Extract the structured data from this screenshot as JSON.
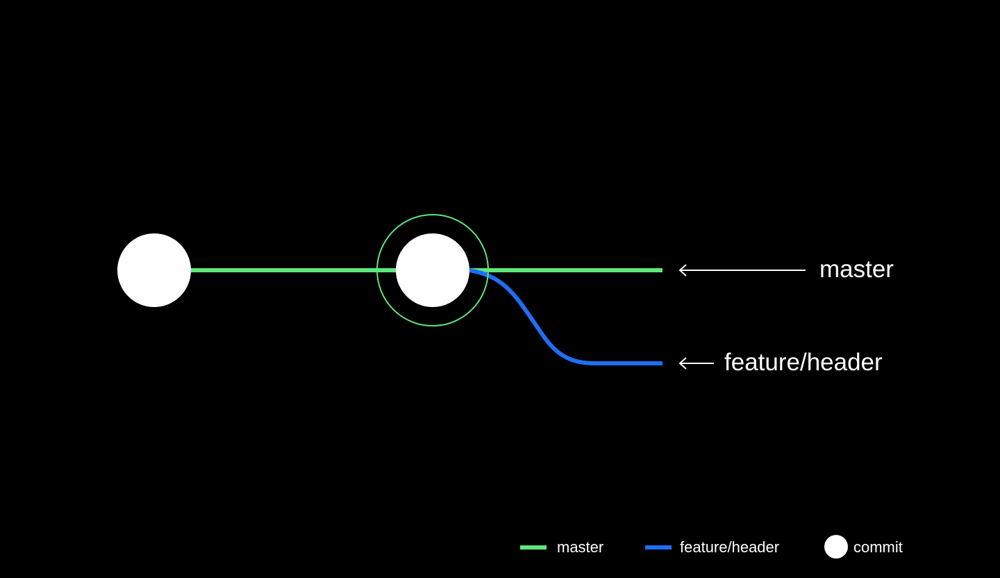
{
  "colors": {
    "background": "#000000",
    "master": "#5ee87a",
    "feature": "#1f6ef5",
    "commit": "#ffffff",
    "text": "#ffffff"
  },
  "branches": {
    "master": {
      "label": "master"
    },
    "feature": {
      "label": "feature/header"
    }
  },
  "commits": [
    {
      "branch": "master",
      "highlighted": false
    },
    {
      "branch": "master",
      "highlighted": true
    }
  ],
  "legend": {
    "master_label": "master",
    "feature_label": "feature/header",
    "commit_label": "commit"
  }
}
